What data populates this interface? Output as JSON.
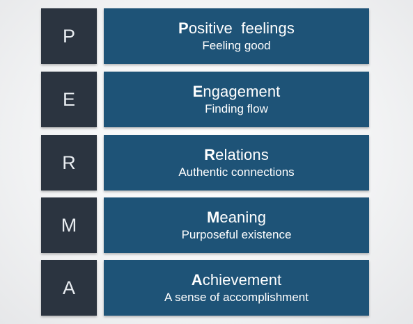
{
  "colors": {
    "letter_box": "#2b3440",
    "description_box": "#1e5377",
    "text": "#ffffff"
  },
  "items": [
    {
      "letter": "P",
      "title_initial": "P",
      "title_rest": "ositive  feelings",
      "subtitle": "Feeling good"
    },
    {
      "letter": "E",
      "title_initial": "E",
      "title_rest": "ngagement",
      "subtitle": "Finding flow"
    },
    {
      "letter": "R",
      "title_initial": "R",
      "title_rest": "elations",
      "subtitle": "Authentic connections"
    },
    {
      "letter": "M",
      "title_initial": "M",
      "title_rest": "eaning",
      "subtitle": "Purposeful existence"
    },
    {
      "letter": "A",
      "title_initial": "A",
      "title_rest": "chievement",
      "subtitle": "A sense of accomplishment"
    }
  ]
}
